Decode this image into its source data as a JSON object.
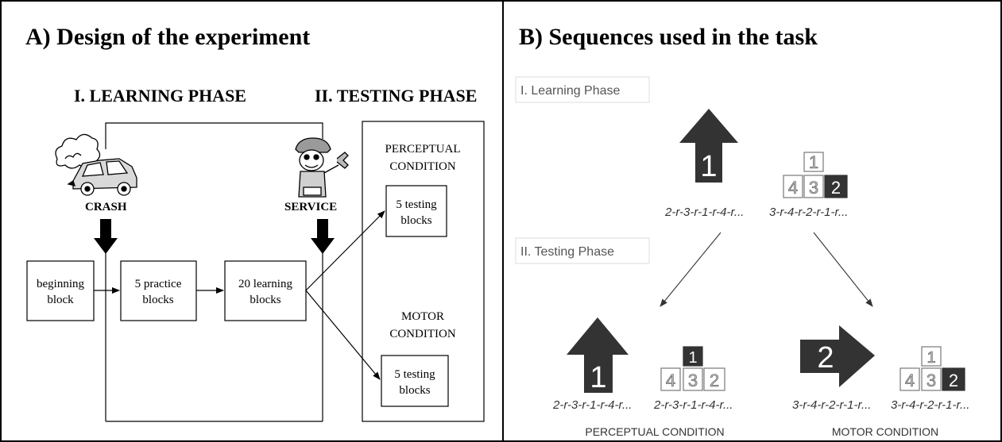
{
  "panel_a": {
    "title": "A) Design of the experiment",
    "learning_phase": "I. LEARNING PHASE",
    "testing_phase": "II. TESTING PHASE",
    "crash_label": "CRASH",
    "service_label": "SERVICE",
    "perceptual_condition": [
      "PERCEPTUAL",
      "CONDITION"
    ],
    "motor_condition": [
      "MOTOR",
      "CONDITION"
    ],
    "blocks": {
      "beginning": [
        "beginning",
        "block"
      ],
      "practice": [
        "5 practice",
        "blocks"
      ],
      "learning": [
        "20 learning",
        "blocks"
      ],
      "testing_top": [
        "5 testing",
        "blocks"
      ],
      "testing_bottom": [
        "5 testing",
        "blocks"
      ]
    }
  },
  "panel_b": {
    "title": "B) Sequences used in the task",
    "learning_phase_tag": "I. Learning Phase",
    "testing_phase_tag": "II. Testing Phase",
    "learning_arrow_digit": "1",
    "learning_keys": [
      "1",
      "4",
      "3",
      "2"
    ],
    "learning_seq_1": "2-r-3-r-1-r-4-r...",
    "learning_seq_2": "3-r-4-r-2-r-1-r...",
    "perceptual": {
      "arrow_digit": "1",
      "keys": [
        "1",
        "4",
        "3",
        "2"
      ],
      "seq_1": "2-r-3-r-1-r-4-r...",
      "seq_2": "2-r-3-r-1-r-4-r...",
      "label": "PERCEPTUAL CONDITION"
    },
    "motor": {
      "arrow_digit": "2",
      "keys": [
        "1",
        "4",
        "3",
        "2"
      ],
      "seq_1": "3-r-4-r-2-r-1-r...",
      "seq_2": "3-r-4-r-2-r-1-r...",
      "label": "MOTOR CONDITION"
    }
  }
}
